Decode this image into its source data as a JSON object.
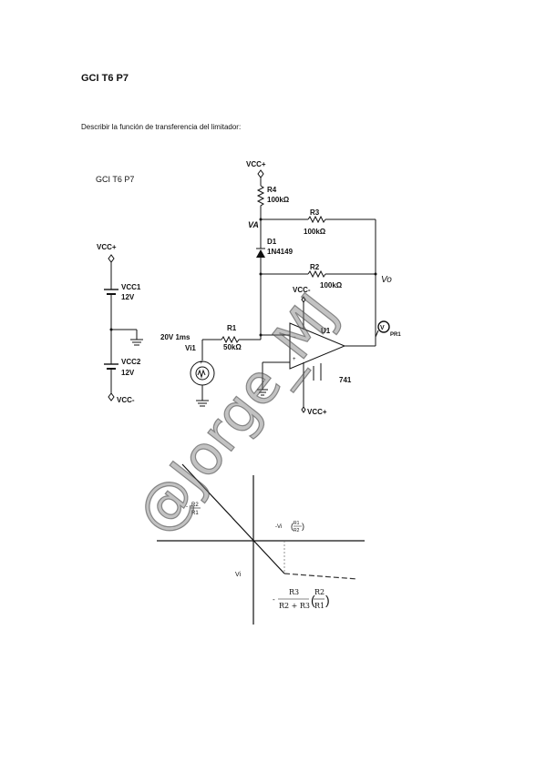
{
  "header": {
    "title": "GCI T6 P7",
    "instruction": "Describir la función de transferencia del limitador:"
  },
  "schematic": {
    "title": "GCI T6 P7",
    "labels": {
      "vcc_plus_top": "VCC+",
      "r4_name": "R4",
      "r4_value": "100kΩ",
      "va_node": "VA",
      "r3_name": "R3",
      "r3_value": "100kΩ",
      "d1_name": "D1",
      "d1_part": "1N4149",
      "r2_name": "R2",
      "r2_value": "100kΩ",
      "vo_node": "Vo",
      "vcc_minus_opamp": "VCC-",
      "u1_name": "U1",
      "probe": "PR1",
      "src_value": "20V 1ms",
      "src_name": "Vi1",
      "r1_name": "R1",
      "r1_value": "50kΩ",
      "opamp_part": "741",
      "vcc_plus_opamp": "VCC+",
      "supply_vcc_plus": "VCC+",
      "vcc1_name": "VCC1",
      "vcc1_value": "12V",
      "vcc2_name": "VCC2",
      "vcc2_value": "12V",
      "supply_vcc_minus": "VCC-"
    }
  },
  "transfer_plot": {
    "slope_num": "R2",
    "slope_den": "R1",
    "slope_sign": "-",
    "break_prefix": "-Vi",
    "break_num": "R1",
    "break_den": "R2",
    "vi_label": "Vi",
    "level_sign": "-",
    "level_num": "R3",
    "level_den": "R2 + R3",
    "level_num2": "R2",
    "level_den2": "R1"
  },
  "watermark": "@Jorge_MJ"
}
